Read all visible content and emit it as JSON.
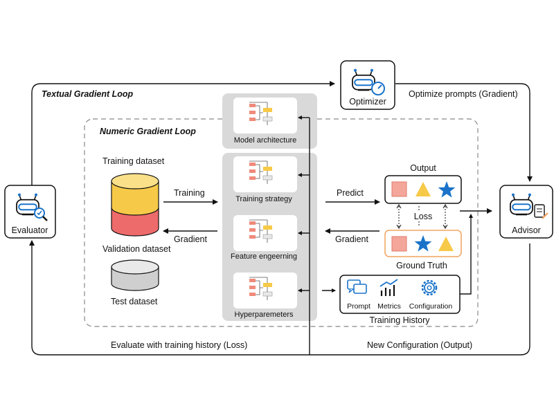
{
  "loops": {
    "textual": "Textual Gradient Loop",
    "numeric": "Numeric Gradient Loop"
  },
  "agents": {
    "optimizer": "Optimizer",
    "evaluator": "Evaluator",
    "advisor": "Advisor"
  },
  "edges": {
    "optimize_prompts": "Optimize prompts (Gradient)",
    "evaluate_history": "Evaluate with training history (Loss)",
    "new_configuration": "New Configuration (Output)",
    "training": "Training",
    "gradient_left": "Gradient",
    "predict": "Predict",
    "gradient_right": "Gradient",
    "loss": "Loss"
  },
  "datasets": {
    "training": "Training dataset",
    "validation": "Validation dataset",
    "test": "Test dataset"
  },
  "modules": {
    "model_architecture": "Model architecture",
    "training_strategy": "Training strategy",
    "feature_engineering": "Feature engeerning",
    "hyperparameters": "Hyperparemeters"
  },
  "output": {
    "title": "Output",
    "ground_truth": "Ground Truth"
  },
  "history": {
    "title": "Training History",
    "items": [
      "Prompt",
      "Metrics",
      "Configuration"
    ]
  },
  "colors": {
    "blue": "#1a73c9",
    "yellow": "#f7c948",
    "red": "#ee6b6b",
    "orange_border": "#f0a35e",
    "panel_gray": "#d9d9d9",
    "salmon": "#f4a69a"
  },
  "icons": [
    "robot-icon",
    "magnifier-icon",
    "gauge-icon",
    "document-icon",
    "chat-icon",
    "chart-icon",
    "gear-icon",
    "star-icon",
    "triangle-icon",
    "square-icon"
  ]
}
